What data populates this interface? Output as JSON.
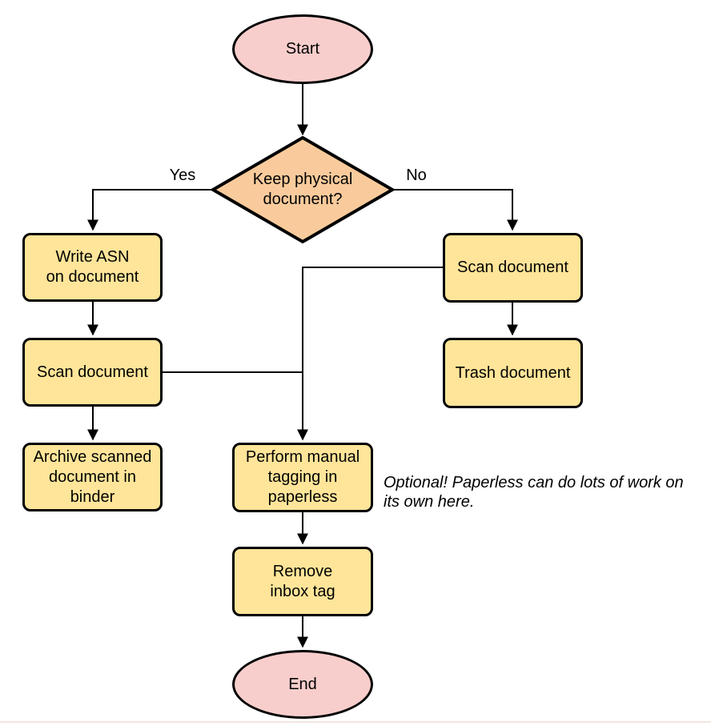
{
  "colors": {
    "background": "#FFFFFF",
    "process_fill": "#FFE599",
    "decision_fill": "#F9CB9C",
    "terminal_fill": "#F8CECC",
    "stroke": "#000000"
  },
  "nodes": {
    "start": {
      "label": "Start",
      "type": "terminal"
    },
    "decision": {
      "label": "Keep physical\ndocument?",
      "type": "decision"
    },
    "write_asn": {
      "label": "Write ASN\non document",
      "type": "process"
    },
    "scan_left": {
      "label": "Scan document",
      "type": "process"
    },
    "archive": {
      "label": "Archive scanned\ndocument in\nbinder",
      "type": "process"
    },
    "scan_right": {
      "label": "Scan document",
      "type": "process"
    },
    "trash": {
      "label": "Trash document",
      "type": "process"
    },
    "tagging": {
      "label": "Perform manual\ntagging in\npaperless",
      "type": "process"
    },
    "remove_inbox": {
      "label": "Remove\ninbox tag",
      "type": "process"
    },
    "end": {
      "label": "End",
      "type": "terminal"
    }
  },
  "edge_labels": {
    "yes": "Yes",
    "no": "No"
  },
  "annotation": {
    "text": "Optional! Paperless can do lots of work on\nits own here."
  }
}
